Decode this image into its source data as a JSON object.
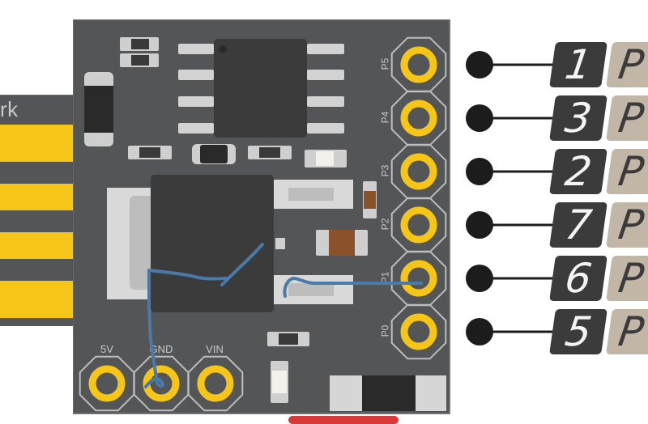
{
  "diagram": {
    "title": "Digispark ATtiny85 pin mapping",
    "usb_label": "rk",
    "board": {
      "header_pins": [
        {
          "id": "P5",
          "label": "P5"
        },
        {
          "id": "P4",
          "label": "P4"
        },
        {
          "id": "P3",
          "label": "P3"
        },
        {
          "id": "P2",
          "label": "P2"
        },
        {
          "id": "P1",
          "label": "P1"
        },
        {
          "id": "P0",
          "label": "P0"
        }
      ],
      "power_pins": [
        {
          "id": "5V",
          "label": "5V"
        },
        {
          "id": "GND",
          "label": "GND"
        },
        {
          "id": "VIN",
          "label": "VIN"
        }
      ]
    },
    "pin_mapping": [
      {
        "pin": "P5",
        "number": "1",
        "tag": "P"
      },
      {
        "pin": "P4",
        "number": "3",
        "tag": "P"
      },
      {
        "pin": "P3",
        "number": "2",
        "tag": "P"
      },
      {
        "pin": "P2",
        "number": "7",
        "tag": "P"
      },
      {
        "pin": "P1",
        "number": "6",
        "tag": "P"
      },
      {
        "pin": "P0",
        "number": "5",
        "tag": "P"
      }
    ],
    "annotations": [
      {
        "type": "hand-drawn-wire",
        "from": "GND",
        "to": "regulator",
        "color": "#4a7aa8"
      },
      {
        "type": "hand-drawn-wire",
        "from": "P1",
        "to": "led-component",
        "color": "#4a7aa8"
      }
    ],
    "colors": {
      "board": "#545557",
      "pad_gold": "#f5c518",
      "chip": "#3b3b3c",
      "wire_blue": "#4a7aa8",
      "tag_beige": "#c2b6a6",
      "number_dark": "#3b3b3c"
    }
  }
}
